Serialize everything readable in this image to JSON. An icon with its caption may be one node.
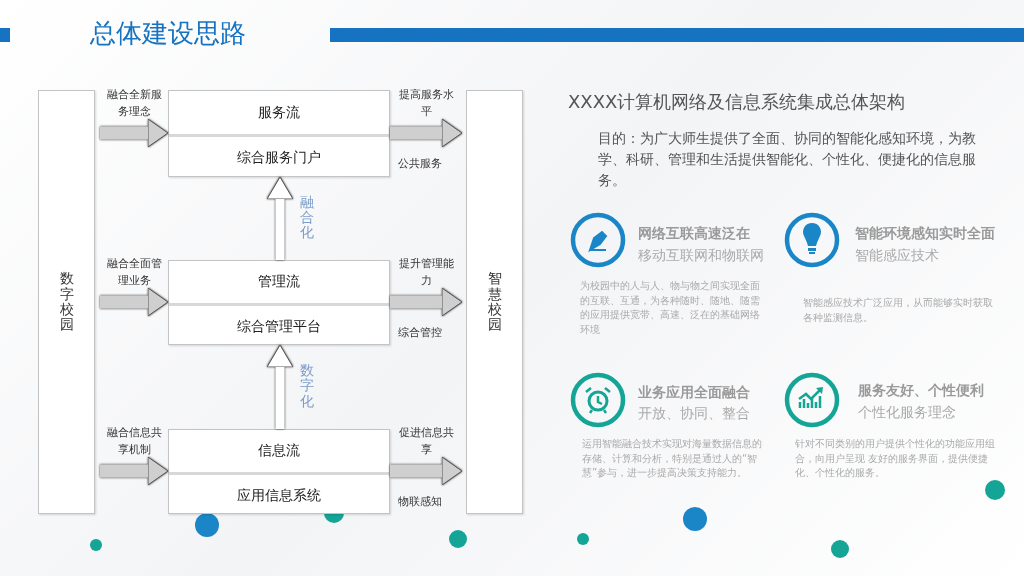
{
  "diagram": {
    "title": "总体建设思路",
    "nodes": [
      {
        "text": [
          "数字校园"
        ]
      },
      {
        "text": [
          "服务流",
          "综合服务门户"
        ]
      },
      {
        "text": [
          "管理流",
          "综合管理平台"
        ]
      },
      {
        "text": [
          "信息流",
          "应用信息系统"
        ]
      },
      {
        "text": [
          "智慧校园"
        ]
      }
    ],
    "edges": [
      {
        "from": 0,
        "to": 1,
        "arrow": "to",
        "label": "融合全新服务理念"
      },
      {
        "from": 1,
        "to": 4,
        "arrow": "to",
        "label": "提高服务水平"
      },
      {
        "from": 0,
        "to": 2,
        "arrow": "to",
        "label": "融合全面管理业务"
      },
      {
        "from": 2,
        "to": 4,
        "arrow": "to",
        "label": "提升管理能力"
      },
      {
        "from": 0,
        "to": 3,
        "arrow": "to",
        "label": "融合信息共享机制"
      },
      {
        "from": 3,
        "to": 4,
        "arrow": "to",
        "label": "促进信息共享"
      },
      {
        "from": 3,
        "to": 2,
        "arrow": "to",
        "label": "数字化",
        "color": "#ffffff"
      },
      {
        "from": 2,
        "to": 1,
        "arrow": "to",
        "label": "融合化",
        "color": "#ffffff"
      }
    ],
    "labels": [
      "公共服务",
      "综合管控",
      "物联感知",
      "XXXX计算机网络及信息系统集成总体架构",
      "目的：为广大师生提供了全面、协同的智能化感知环境，为教学、科研、管理和生活提供智能化、个性化、便捷化的信息服务。",
      "网络互联高速泛在",
      "移动互联网和物联网",
      "为校园中的人与人、物与物之间实现全面的互联、互通，为各种随时、随地、随需的应用提供宽带、高速、泛在的基础网络环境",
      "智能环境感知实时全面",
      "智能感应技术",
      "智能感应技术广泛应用，从而能够实时获取各种监测信息。",
      "业务应用全面融合",
      "开放、协同、整合",
      "运用智能融合技术实现对海量数据信息的存储、计算和分析，特别是通过人的“智慧”参与，进一步提高决策支持能力。",
      "服务友好、个性便利",
      "个性化服务理念",
      "针对不同类别的用户提供个性化的功能应用组合，向用户呈现 友好的服务界面，提供便捷化、个性化的服务。"
    ]
  }
}
